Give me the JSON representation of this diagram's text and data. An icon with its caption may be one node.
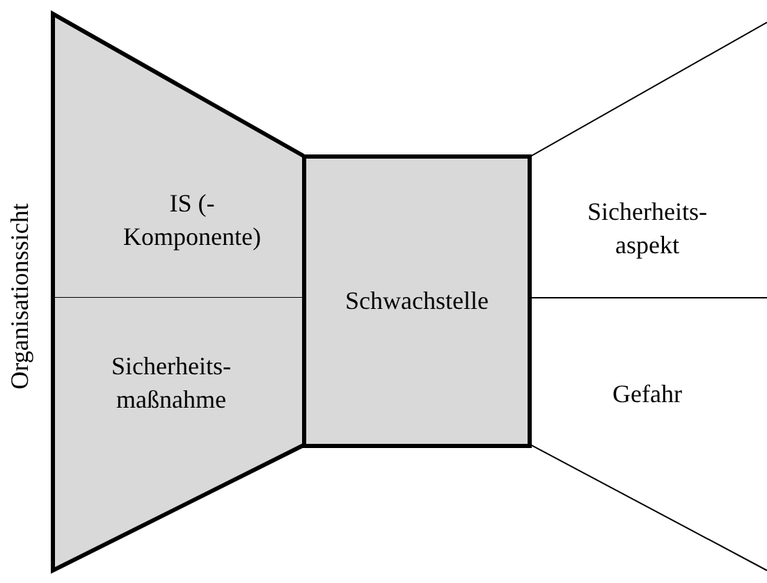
{
  "diagram": {
    "nodes": [
      {
        "text": [
          "IS (-Komponente)"
        ]
      },
      {
        "text": [
          "Sicherheits- maßnahme"
        ]
      },
      {
        "text": [
          "Schwachstelle"
        ]
      },
      {
        "text": [
          "Sicherheits- aspekt"
        ]
      },
      {
        "text": [
          "Gefahr"
        ]
      }
    ],
    "labels": [
      "Organisationssicht"
    ]
  }
}
